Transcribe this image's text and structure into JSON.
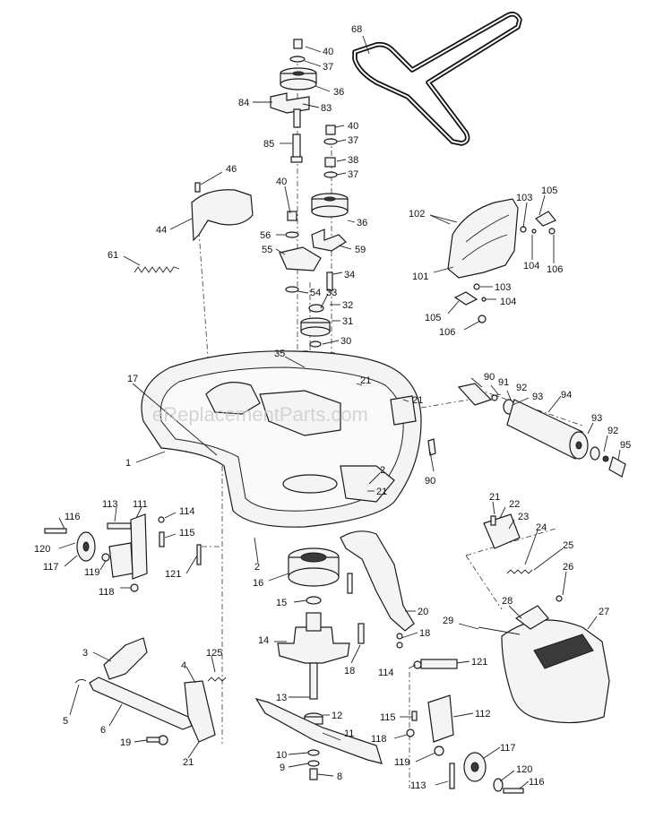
{
  "watermark": "eReplacementParts.com",
  "callouts": {
    "c68": "68",
    "c40a": "40",
    "c37a": "37",
    "c36a": "36",
    "c84": "84",
    "c83": "83",
    "c40b": "40",
    "c37b": "37",
    "c85": "85",
    "c38": "38",
    "c37c": "37",
    "c46": "46",
    "c44": "44",
    "c40c": "40",
    "c36b": "36",
    "c56": "56",
    "c55": "55",
    "c59": "59",
    "c61": "61",
    "c34": "34",
    "c54": "54",
    "c33": "33",
    "c32": "32",
    "c31": "31",
    "c35": "35",
    "c30": "30",
    "c102": "102",
    "c103a": "103",
    "c105a": "105",
    "c101": "101",
    "c104a": "104",
    "c106a": "106",
    "c103b": "103",
    "c104b": "104",
    "c105b": "105",
    "c106b": "106",
    "c17": "17",
    "c21a": "21",
    "c21b": "21",
    "c90a": "90",
    "c91": "91",
    "c92a": "92",
    "c93a": "93",
    "c94": "94",
    "c93b": "93",
    "c92b": "92",
    "c95": "95",
    "c1": "1",
    "c2a": "2",
    "c21c": "21",
    "c90b": "90",
    "c116a": "116",
    "c113a": "113",
    "c111": "111",
    "c114a": "114",
    "c120a": "120",
    "c115a": "115",
    "c117a": "117",
    "c119a": "119",
    "c121a": "121",
    "c118a": "118",
    "c2b": "2",
    "c16": "16",
    "c15": "15",
    "c14": "14",
    "c20": "20",
    "c21d": "21",
    "c22": "22",
    "c23": "23",
    "c24": "24",
    "c25": "25",
    "c26": "26",
    "c28": "28",
    "c27": "27",
    "c29": "29",
    "c18a": "18",
    "c18b": "18",
    "c114b": "114",
    "c121b": "121",
    "c3": "3",
    "c4": "4",
    "c125": "125",
    "c5": "5",
    "c6": "6",
    "c13": "13",
    "c12": "12",
    "c11": "11",
    "c19": "19",
    "c21e": "21",
    "c10": "10",
    "c9": "9",
    "c8": "8",
    "c115b": "115",
    "c112": "112",
    "c118b": "118",
    "c117b": "117",
    "c119b": "119",
    "c120b": "120",
    "c113b": "113",
    "c116b": "116"
  }
}
